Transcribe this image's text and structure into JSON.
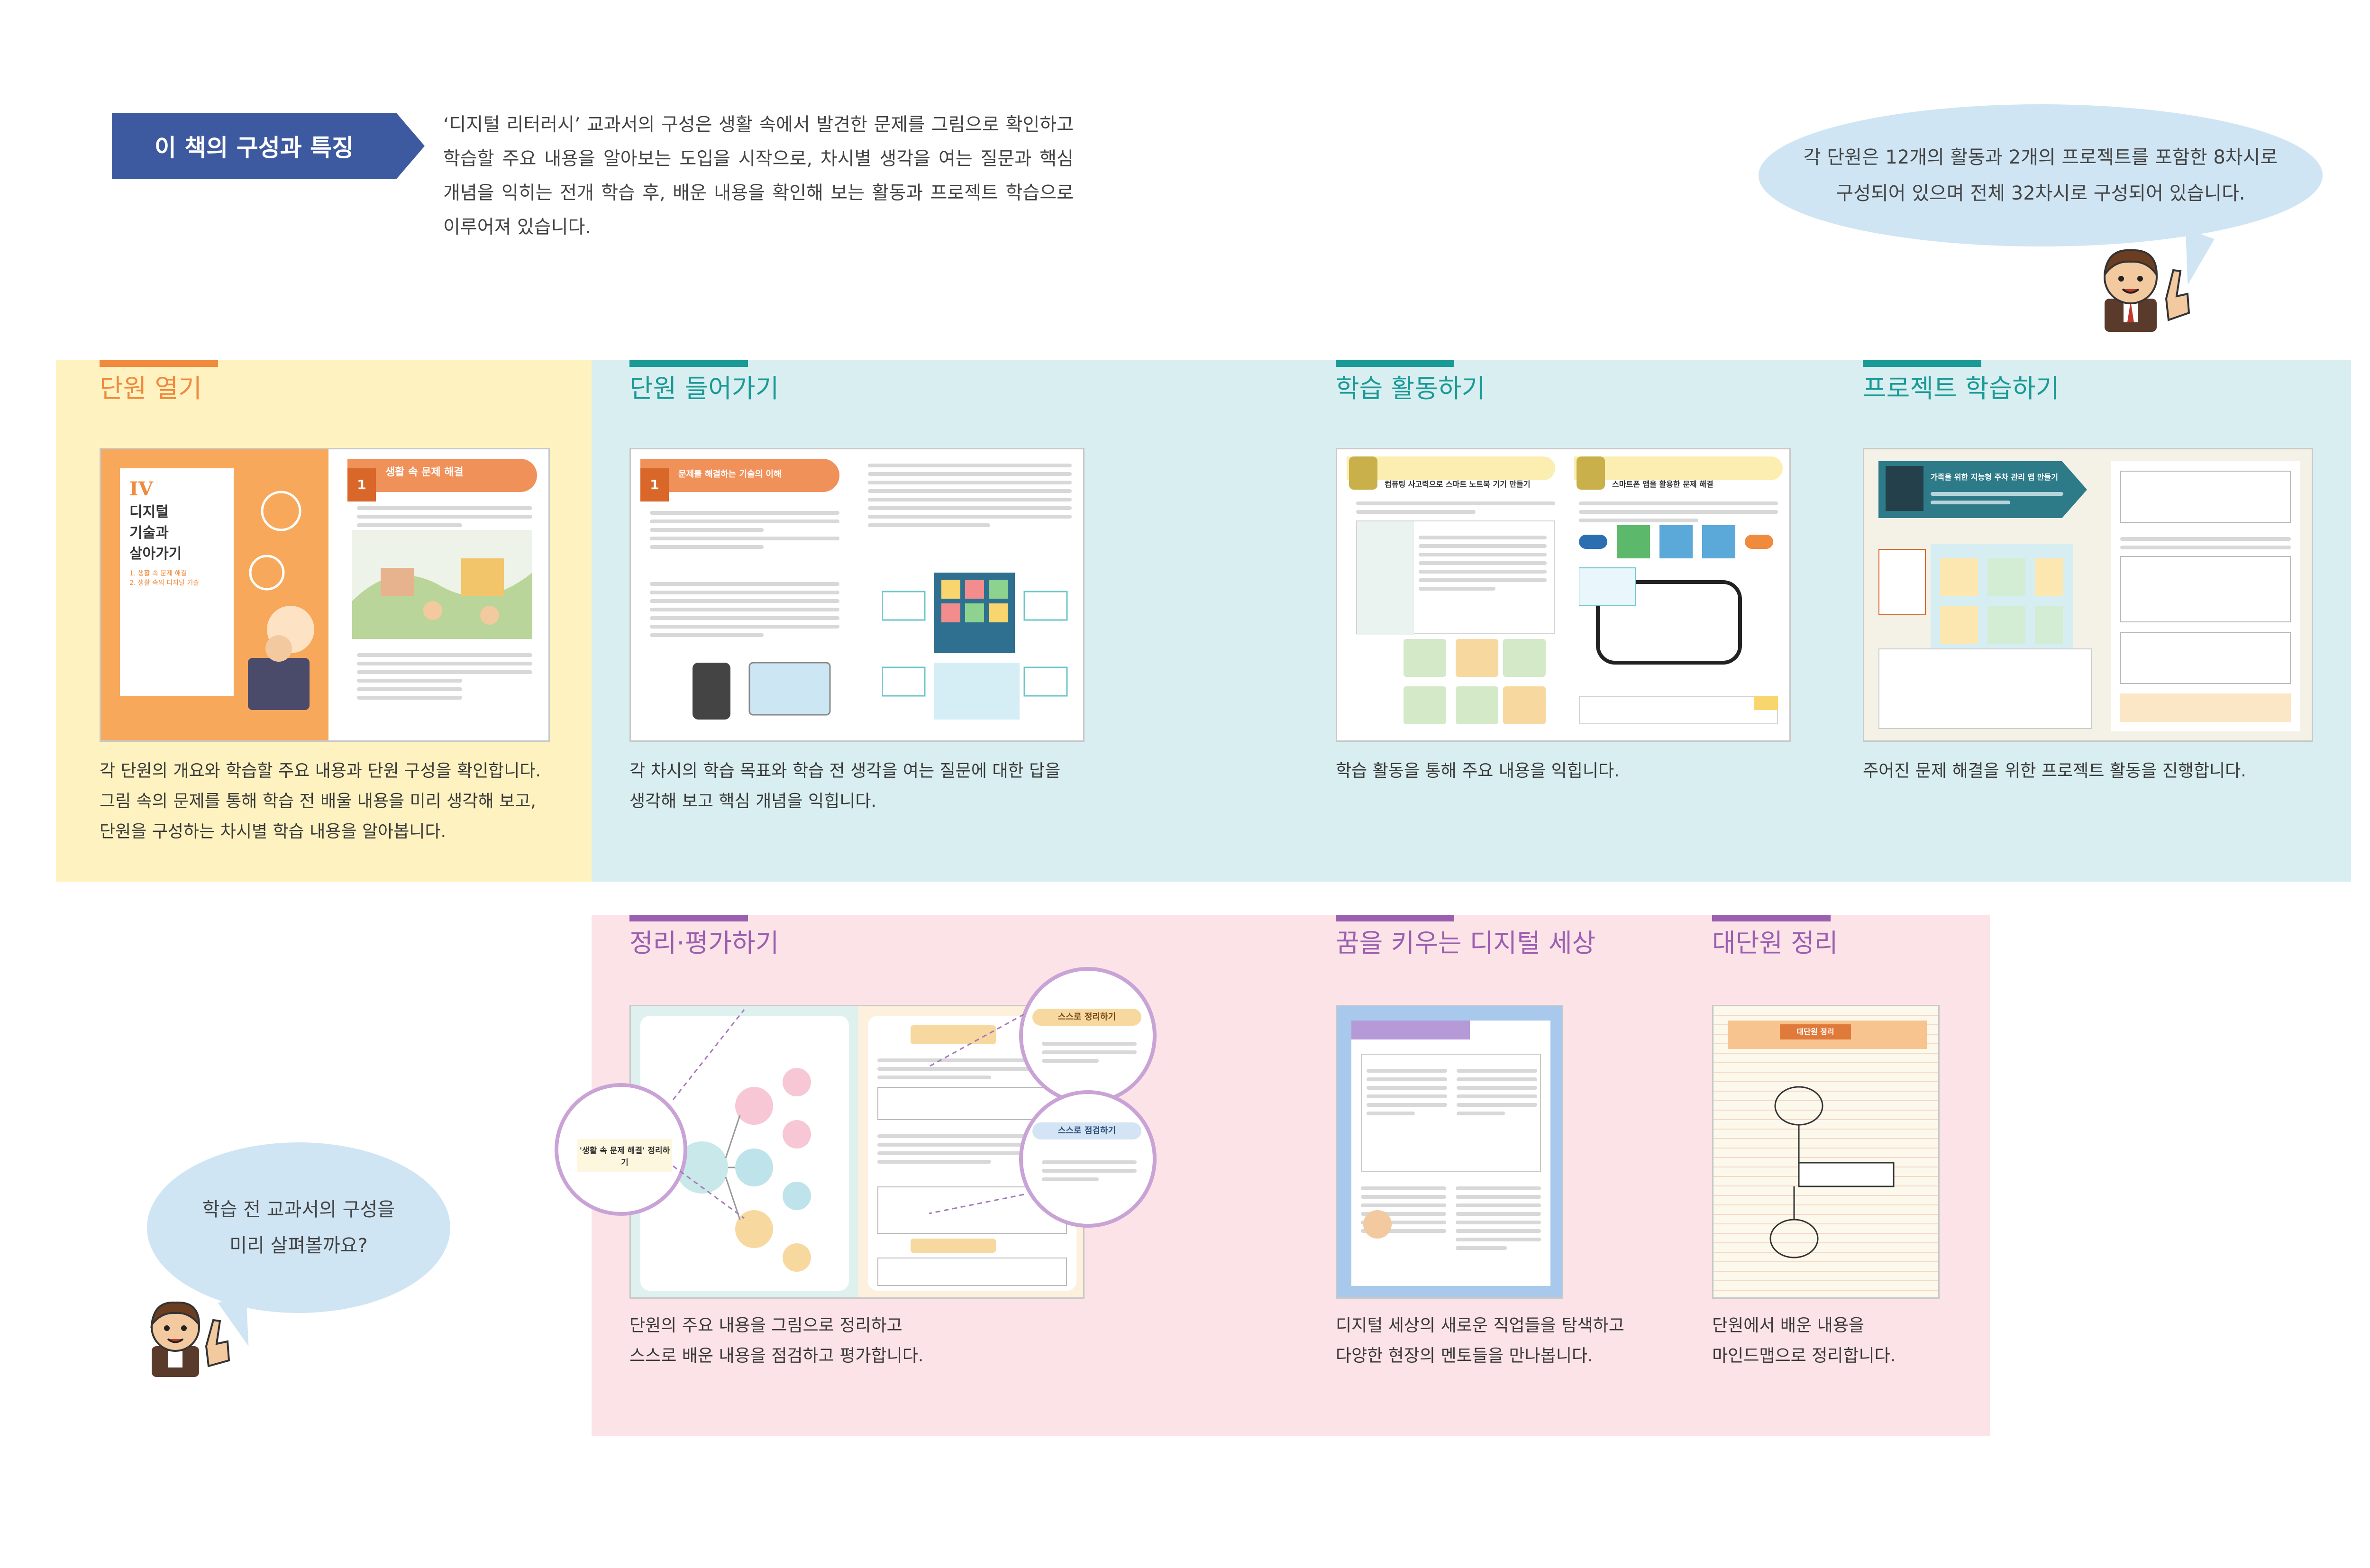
{
  "header": {
    "badge": "이 책의 구성과 특징",
    "intro": "‘디지털 리터러시’ 교과서의 구성은 생활 속에서 발견한 문제를 그림으로 확인하고 학습할 주요 내용을 알아보는 도입을 시작으로, 차시별 생각을 여는 질문과 핵심 개념을 익히는 전개 학습 후, 배운 내용을 확인해 보는 활동과 프로젝트 학습으로 이루어져 있습니다.",
    "bubble_top_line1": "각 단원은 12개의 활동과 2개의 프로젝트를 포함한 8차시로",
    "bubble_top_line2": "구성되어 있으며 전체 32차시로 구성되어 있습니다.",
    "bubble_left_line1": "학습 전 교과서의 구성을",
    "bubble_left_line2": "미리 살펴볼까요?"
  },
  "sections": {
    "unit_open": {
      "title": "단원 열기",
      "cap1": "각 단원의 개요와 학습할 주요 내용과 단원 구성을 확인합니다.",
      "cap2": "그림 속의 문제를 통해 학습 전 배울 내용을 미리 생각해 보고,",
      "cap3": "단원을 구성하는 차시별 학습 내용을 알아봅니다.",
      "book_num": "IV",
      "book_t1": "디지털",
      "book_t2": "기술과",
      "book_t3": "살아가기",
      "book_s1": "1. 생활 속 문제 해결",
      "book_s2": "2. 생활 속의 디지털 기술",
      "page_tag": "1",
      "page_heading": "생활 속 문제 해결"
    },
    "unit_enter": {
      "title": "단원 들어가기",
      "cap1": "각 차시의 학습 목표와 학습 전 생각을 여는 질문에 대한 답을",
      "cap2": "생각해 보고 핵심 개념을 익힙니다.",
      "page_tag": "1",
      "page_heading": "문제를 해결하는 기술의 이해"
    },
    "activity": {
      "title": "학습 활동하기",
      "cap1": "학습 활동을 통해 주요 내용을 익힙니다.",
      "left_heading": "컴퓨팅 사고력으로 스마트 노트북 기기 만들기",
      "right_heading": "스마트폰 앱을 활용한 문제 해결"
    },
    "project": {
      "title": "프로젝트 학습하기",
      "cap1": "주어진 문제 해결을 위한 프로젝트 활동을 진행합니다.",
      "page_heading": "가족을 위한 지능형 주차 관리 앱 만들기"
    },
    "review": {
      "title": "정리·평가하기",
      "cap1": "단원의 주요 내용을 그림으로 정리하고",
      "cap2": "스스로 배운 내용을 점검하고 평가합니다.",
      "zoom_label": "'생활 속 문제 해결' 정리하기",
      "zoom_top": "스스로 정리하기",
      "zoom_bottom": "스스로 점검하기"
    },
    "dream": {
      "title": "꿈을 키우는 디지털 세상",
      "cap1": "디지털 세상의 새로운 직업들을 탐색하고",
      "cap2": "다양한 현장의 멘토들을 만나봅니다."
    },
    "big_unit": {
      "title": "대단원 정리",
      "cap1": "단원에서 배운 내용을",
      "cap2": "마인드맵으로 정리합니다.",
      "page_heading": "대단원 정리"
    }
  },
  "colors": {
    "badge": "#3d5aa0",
    "orange": "#f08a3c",
    "teal": "#1a9a96",
    "purple": "#9b5fb0",
    "yellow_panel": "#fdf2c0",
    "cyan_panel": "#d9eef0",
    "pink_panel": "#fbe3e8"
  }
}
